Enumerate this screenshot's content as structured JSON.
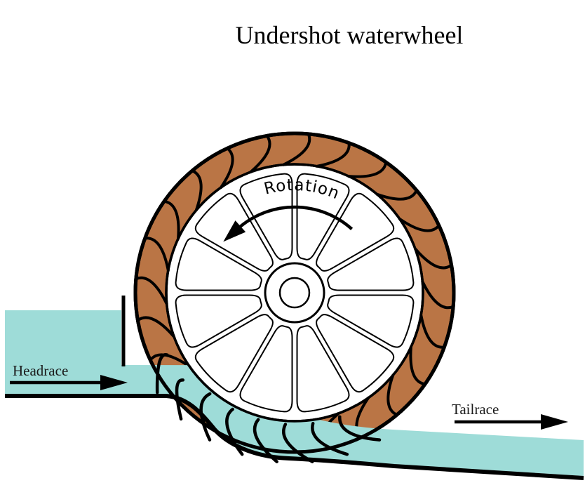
{
  "title": "Undershot waterwheel",
  "labels": {
    "rotation": "Rotation",
    "headrace": "Headrace",
    "tailrace": "Tailrace"
  },
  "colors": {
    "paddle_brown": "#ba7545",
    "water_cyan": "#9edcd8",
    "ink": "#000000",
    "background": "#ffffff"
  }
}
